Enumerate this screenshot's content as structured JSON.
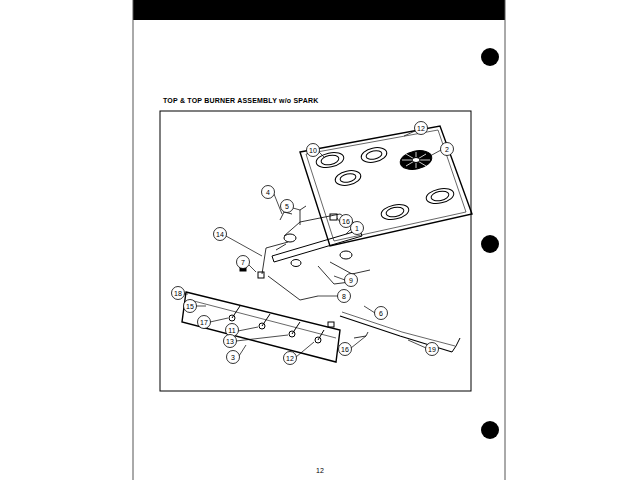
{
  "diagram": {
    "title": "TOP & TOP BURNER ASSEMBLY w/o SPARK",
    "labels": [
      "12",
      "2",
      "10",
      "4",
      "5",
      "16",
      "1",
      "14",
      "7",
      "9",
      "8",
      "6",
      "18",
      "15",
      "17",
      "11",
      "13",
      "3",
      "12",
      "16",
      "19",
      "12"
    ]
  }
}
